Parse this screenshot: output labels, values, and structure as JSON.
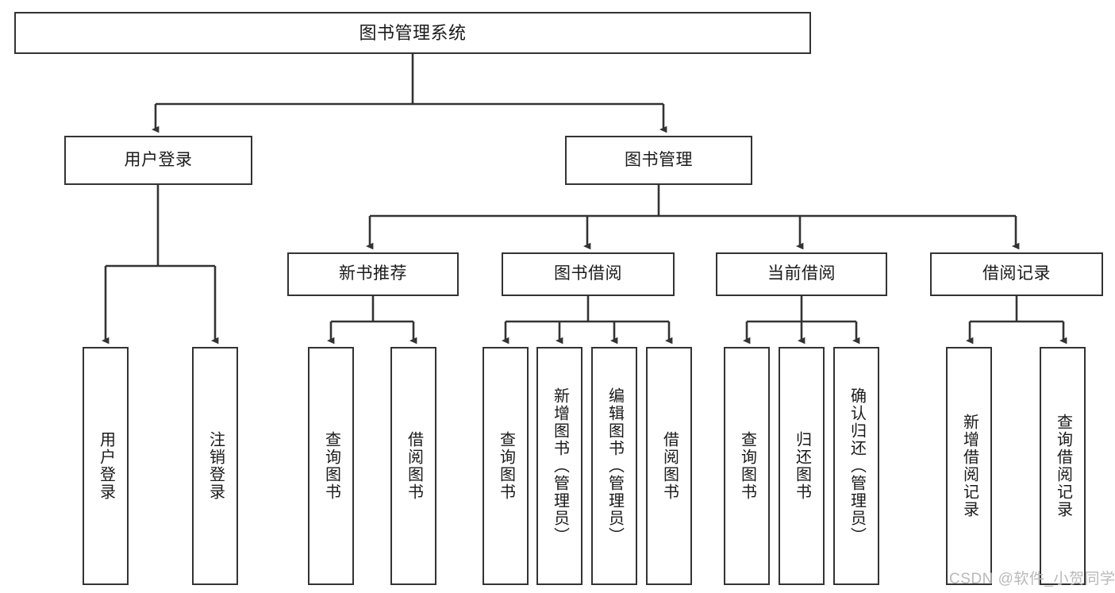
{
  "diagram": {
    "title": "图书管理系统",
    "type": "tree-hierarchy-diagram",
    "colors": {
      "box_border": "#333333",
      "box_fill": "#ffffff",
      "connector": "#333333",
      "text": "#1a1a1a",
      "watermark": "#b9b9b9",
      "background": "#ffffff"
    },
    "nodes": {
      "root": {
        "label": "图书管理系统"
      },
      "level2": [
        {
          "label": "用户登录"
        },
        {
          "label": "图书管理"
        }
      ],
      "level3": [
        {
          "label": "新书推荐"
        },
        {
          "label": "图书借阅"
        },
        {
          "label": "当前借阅"
        },
        {
          "label": "借阅记录"
        }
      ],
      "leaves_user_login": [
        {
          "label": "用户登录"
        },
        {
          "label": "注销登录"
        }
      ],
      "leaves_new_book": [
        {
          "label": "查询图书"
        },
        {
          "label": "借阅图书"
        }
      ],
      "leaves_borrow": [
        {
          "label": "查询图书"
        },
        {
          "label": "新增图书（管理员）"
        },
        {
          "label": "编辑图书（管理员）"
        },
        {
          "label": "借阅图书"
        }
      ],
      "leaves_current": [
        {
          "label": "查询图书"
        },
        {
          "label": "归还图书"
        },
        {
          "label": "确认归还（管理员）"
        }
      ],
      "leaves_records": [
        {
          "label": "新增借阅记录"
        },
        {
          "label": "查询借阅记录"
        }
      ]
    },
    "watermark": "CSDN @软件_小贺同学"
  }
}
